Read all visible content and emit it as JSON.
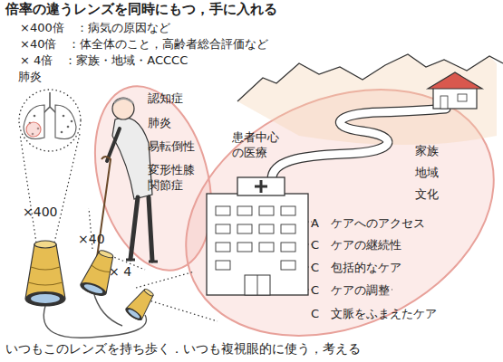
{
  "diagram": {
    "title": "倍率の違うレンズを同時にもつ，手に入れる",
    "caption": "いつもこのレンズを持ち歩く．いつも複視眼的に使う，考える",
    "nodes": [
      {
        "text": [
          "肺炎"
        ]
      },
      {
        "text": [
          "認知症",
          "肺炎",
          "易転倒性",
          "変形性膝 関節症"
        ]
      },
      {
        "text": [
          "患者中心 の医療",
          "家族",
          "地域",
          "文化",
          "A　ケアへのアクセス",
          "C　ケアの継続性",
          "C　包括的なケア",
          "C　ケアの調整",
          "C　文脈をふまえたケア"
        ]
      }
    ],
    "labels": [
      "×400倍　：病気の原因など",
      "×40倍　：体全体のこと，高齢者総合評価など",
      "× 4倍　：家族・地域・ACCCC",
      "×400",
      "×40",
      "× 4"
    ]
  }
}
